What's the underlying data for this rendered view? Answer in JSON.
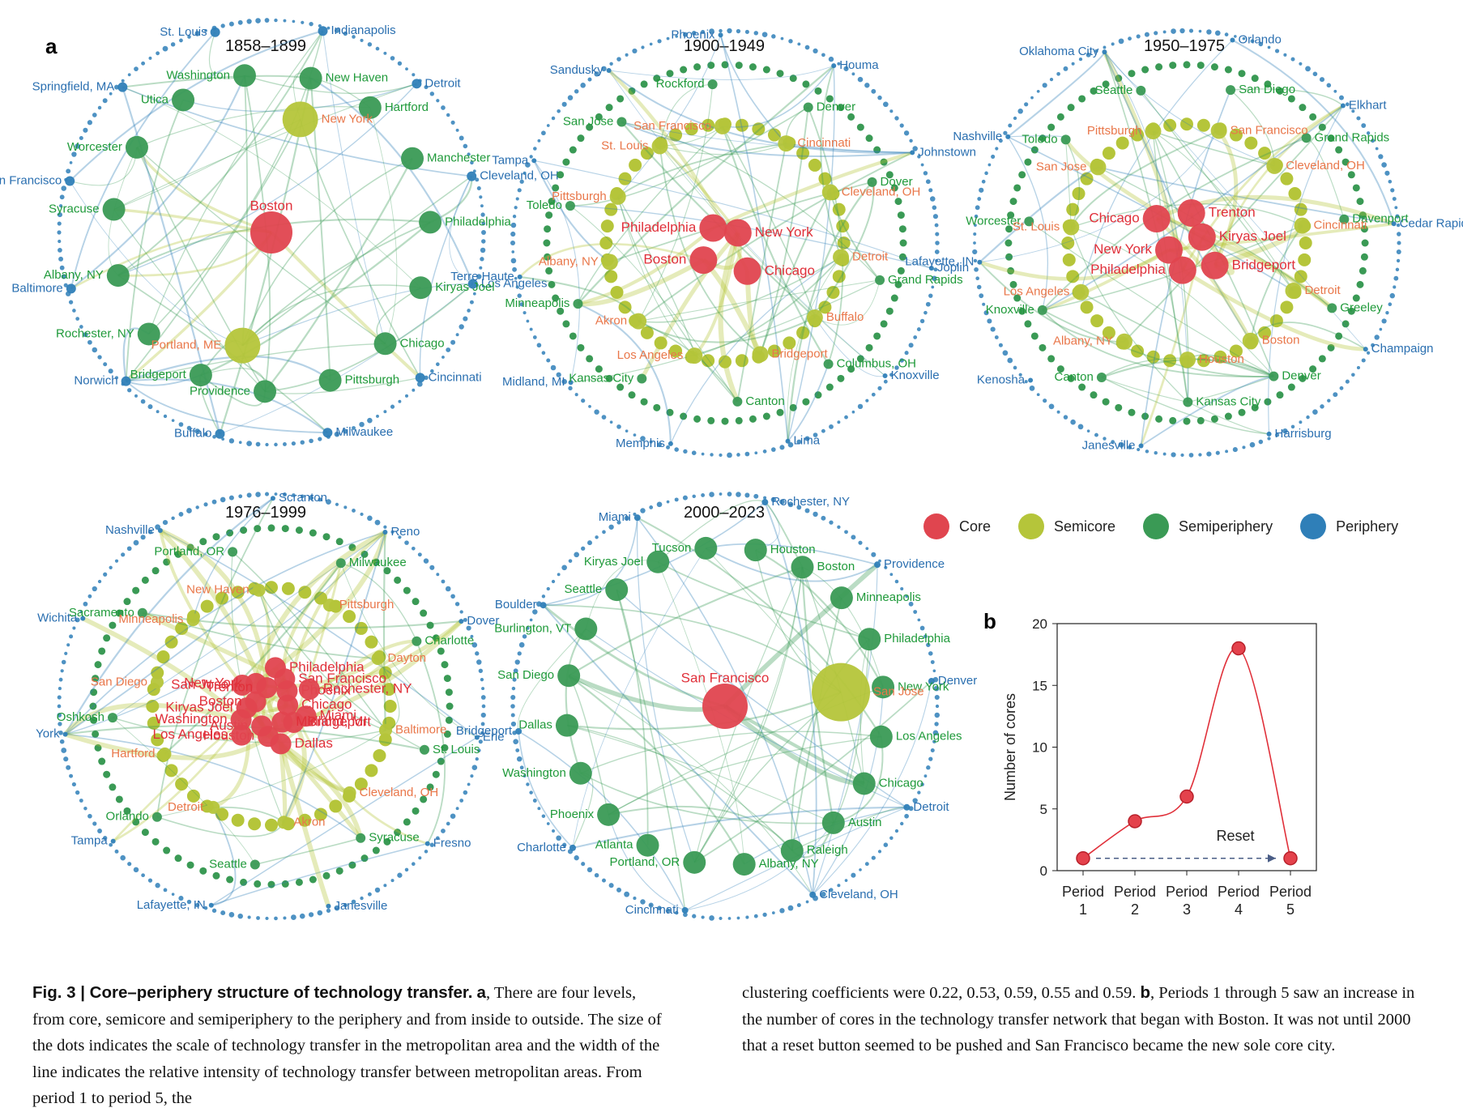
{
  "panel_labels": {
    "a": "a",
    "b": "b"
  },
  "legend": [
    {
      "label": "Core",
      "color": "#e0454f"
    },
    {
      "label": "Semicore",
      "color": "#b5c53a"
    },
    {
      "label": "Semiperiphery",
      "color": "#3a9a55"
    },
    {
      "label": "Periphery",
      "color": "#2f7fb8"
    }
  ],
  "colors": {
    "core": "#e0454f",
    "semicore": "#b5c53a",
    "semiperiphery": "#3a9a55",
    "periphery": "#2f7fb8",
    "core_text": "#e0303a",
    "semicore_text": "#e9774a",
    "semiperiphery_text": "#1f9a3a",
    "periphery_text": "#2a6fb0"
  },
  "networks": [
    {
      "title": "1858–1899",
      "labels": {
        "core": [
          "Boston"
        ],
        "semicore": [
          "New York",
          "Portland, ME"
        ],
        "semiperiphery": [
          "New Haven",
          "Hartford",
          "Manchester",
          "Philadelphia",
          "Kiryas Joel",
          "Chicago",
          "Pittsburgh",
          "Providence",
          "Bridgeport",
          "Rochester, NY",
          "Albany, NY",
          "Syracuse",
          "Worcester",
          "Utica",
          "Washington"
        ],
        "periphery": [
          "Indianapolis",
          "Detroit",
          "Cleveland, OH",
          "Los Angeles",
          "Cincinnati",
          "Milwaukee",
          "Buffalo",
          "Norwich",
          "Baltimore",
          "San Francisco",
          "Springfield, MA",
          "St. Louis"
        ]
      }
    },
    {
      "title": "1900–1949",
      "labels": {
        "core": [
          "New York",
          "Chicago",
          "Boston",
          "Philadelphia"
        ],
        "semicore": [
          "Cincinnati",
          "Cleveland, OH",
          "Detroit",
          "Buffalo",
          "Bridgeport",
          "Los Angeles",
          "Akron",
          "Albany, NY",
          "Pittsburgh",
          "St. Louis",
          "San Francisco"
        ],
        "semiperiphery": [
          "Denver",
          "Dover",
          "Grand Rapids",
          "Columbus, OH",
          "Canton",
          "Kansas City",
          "Minneapolis",
          "Toledo",
          "San Jose",
          "Rockford"
        ],
        "periphery": [
          "Houma",
          "Johnstown",
          "Joplin",
          "Knoxville",
          "Lima",
          "Memphis",
          "Midland, MI",
          "Terre Haute",
          "Tampa",
          "Sandusky",
          "Phoenix"
        ]
      }
    },
    {
      "title": "1950–1975",
      "labels": {
        "core": [
          "Kiryas Joel",
          "Bridgeport",
          "Philadelphia",
          "New York",
          "Chicago",
          "Trenton"
        ],
        "semicore": [
          "Cleveland, OH",
          "Cincinnati",
          "Detroit",
          "Boston",
          "Houston",
          "Albany, NY",
          "Los Angeles",
          "St. Louis",
          "San Jose",
          "Pittsburgh",
          "San Francisco"
        ],
        "semiperiphery": [
          "Grand Rapids",
          "Davenport",
          "Greeley",
          "Denver",
          "Kansas City",
          "Canton",
          "Knoxville",
          "Worcester",
          "Toledo",
          "Seattle",
          "San Diego"
        ],
        "periphery": [
          "Elkhart",
          "Cedar Rapids",
          "Champaign",
          "Harrisburg",
          "Janesville",
          "Kenosha",
          "Lafayette, IN",
          "Nashville",
          "Oklahoma City",
          "Orlando"
        ]
      }
    },
    {
      "title": "1976–1999",
      "labels": {
        "core": [
          "Chicago",
          "Miami",
          "Bridgeport",
          "Midland, MI",
          "Dallas",
          "Houston",
          "Austin",
          "Los Angeles",
          "Washington",
          "Kiryas Joel",
          "Boston",
          "San Jose",
          "New York",
          "Trenton",
          "Philadelphia",
          "San Francisco",
          "Phoenix",
          "Rochester, NY"
        ],
        "semicore": [
          "Dayton",
          "Baltimore",
          "Cleveland, OH",
          "Akron",
          "Detroit",
          "Hartford",
          "San Diego",
          "Minneapolis",
          "New Haven",
          "Pittsburgh"
        ],
        "semiperiphery": [
          "Charlotte",
          "St. Louis",
          "Syracuse",
          "Seattle",
          "Orlando",
          "Oshkosh",
          "Sacramento",
          "Portland, OR",
          "Milwaukee"
        ],
        "periphery": [
          "Dover",
          "Erie",
          "Fresno",
          "Janesville",
          "Lafayette, IN",
          "Tampa",
          "York",
          "Wichita",
          "Nashville",
          "Scranton",
          "Reno"
        ]
      }
    },
    {
      "title": "2000–2023",
      "labels": {
        "core": [
          "San Francisco"
        ],
        "semicore": [
          "San Jose"
        ],
        "semiperiphery": [
          "New York",
          "Los Angeles",
          "Chicago",
          "Austin",
          "Raleigh",
          "Albany, NY",
          "Portland, OR",
          "Atlanta",
          "Phoenix",
          "Washington",
          "Dallas",
          "San Diego",
          "Burlington, VT",
          "Seattle",
          "Kiryas Joel",
          "Tucson",
          "Houston",
          "Boston",
          "Minneapolis",
          "Philadelphia"
        ],
        "periphery": [
          "Denver",
          "Detroit",
          "Cleveland, OH",
          "Cincinnati",
          "Charlotte",
          "Bridgeport",
          "Boulder",
          "Miami",
          "Rochester, NY",
          "Providence"
        ]
      }
    }
  ],
  "chart_data": {
    "type": "line",
    "ylabel": "Number of cores",
    "categories": [
      "Period\n1",
      "Period\n2",
      "Period\n3",
      "Period\n4",
      "Period\n5"
    ],
    "values": [
      1,
      4,
      6,
      18,
      1
    ],
    "ylim": [
      0,
      20
    ],
    "yticks": [
      0,
      5,
      10,
      15,
      20
    ],
    "annotation": "Reset",
    "line_color": "#e0303a"
  },
  "caption": {
    "lead": "Fig. 3 | Core–periphery structure of technology transfer.",
    "a_label": "a",
    "part1": ", There are four levels, from core, semicore and semiperiphery to the periphery and from inside to outside. The size of the dots indicates the scale of technology transfer in the metropolitan area and the width of the line indicates the relative intensity of technology transfer between metropolitan areas. From period 1 to period 5, the clustering coefficients were 0.22, 0.53, 0.59, 0.55 and 0.59.",
    "b_label": "b",
    "part2": ", Periods 1 through 5 saw an increase in the number of cores in the technology transfer network that began with Boston. It was not until 2000 that a reset button seemed to be pushed and San Francisco became the new sole core city."
  }
}
